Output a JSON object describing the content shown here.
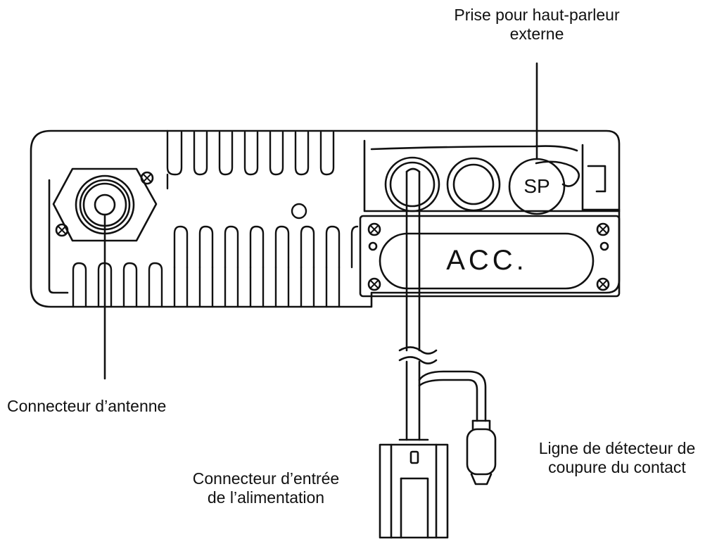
{
  "labels": {
    "speaker": {
      "line1": "Prise pour haut-parleur",
      "line2": "externe"
    },
    "antenna": {
      "line1": "Connecteur d’antenne"
    },
    "power": {
      "line1": "Connecteur d’entrée",
      "line2": "de l’alimentation"
    },
    "ignition": {
      "line1": "Ligne de détecteur de",
      "line2": "coupure du contact"
    }
  },
  "panel_text": {
    "sp": "SP",
    "acc": "ACC."
  },
  "colors": {
    "stroke": "#111111",
    "background": "#ffffff"
  }
}
